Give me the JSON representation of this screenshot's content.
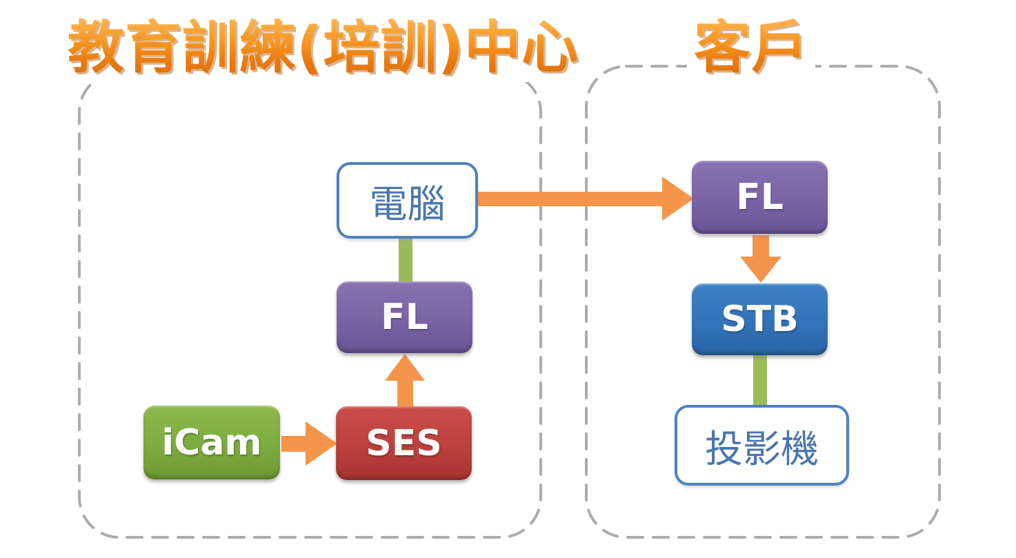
{
  "diagram": {
    "groups": [
      {
        "id": "training-center",
        "title": "教育訓練(培訓)中心",
        "nodes": [
          {
            "id": "computer",
            "label": "電腦",
            "style": "outline"
          },
          {
            "id": "fl-left",
            "label": "FL",
            "style": "purple"
          },
          {
            "id": "ses",
            "label": "SES",
            "style": "red"
          },
          {
            "id": "icam",
            "label": "iCam",
            "style": "green"
          }
        ]
      },
      {
        "id": "customer",
        "title": "客戶",
        "nodes": [
          {
            "id": "fl-right",
            "label": "FL",
            "style": "purple"
          },
          {
            "id": "stb",
            "label": "STB",
            "style": "blue"
          },
          {
            "id": "projector",
            "label": "投影機",
            "style": "outline"
          }
        ]
      }
    ],
    "connections": [
      {
        "from": "icam",
        "to": "ses",
        "type": "orange-arrow",
        "direction": "right"
      },
      {
        "from": "ses",
        "to": "fl-left",
        "type": "orange-arrow",
        "direction": "up"
      },
      {
        "from": "computer",
        "to": "fl-left",
        "type": "green-line",
        "direction": "down"
      },
      {
        "from": "computer",
        "to": "fl-right",
        "type": "orange-arrow",
        "direction": "right"
      },
      {
        "from": "fl-right",
        "to": "stb",
        "type": "orange-arrow",
        "direction": "down"
      },
      {
        "from": "stb",
        "to": "projector",
        "type": "green-line",
        "direction": "down"
      }
    ],
    "colors": {
      "arrow_orange": "#F4954B",
      "line_green": "#9BBB59",
      "node_green": "#7CAB3F",
      "node_red": "#BC403C",
      "node_purple": "#7A64A5",
      "node_blue": "#3273B8",
      "outline_border_blue": "#4E81BD",
      "title_orange": "#EE8318",
      "group_border_gray": "#ACACAC"
    }
  }
}
